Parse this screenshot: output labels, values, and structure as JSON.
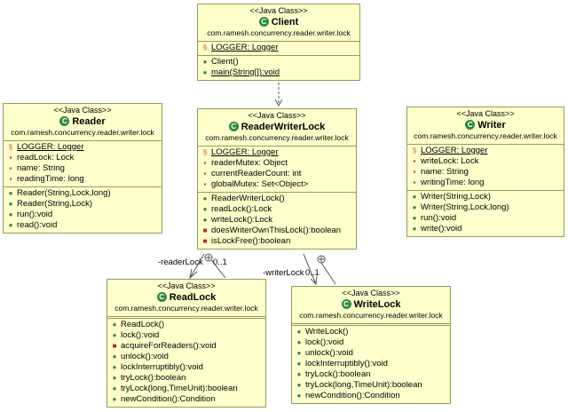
{
  "classes": {
    "client": {
      "stereotype": "<<Java Class>>",
      "name": "Client",
      "package": "com.ramesh.concurrency.reader.writer.lock",
      "fields": [
        {
          "icon": "static-field",
          "text": "LOGGER: Logger"
        }
      ],
      "methods": [
        {
          "icon": "constructor",
          "text": "Client()"
        },
        {
          "icon": "static-method",
          "text": "main(String[]):void"
        }
      ]
    },
    "reader": {
      "stereotype": "<<Java Class>>",
      "name": "Reader",
      "package": "com.ramesh.concurrency.reader.writer.lock",
      "fields": [
        {
          "icon": "static-field",
          "text": "LOGGER: Logger"
        },
        {
          "icon": "private-field",
          "text": "readLock: Lock"
        },
        {
          "icon": "private-field",
          "text": "name: String"
        },
        {
          "icon": "private-field",
          "text": "readingTime: long"
        }
      ],
      "methods": [
        {
          "icon": "constructor",
          "text": "Reader(String,Lock,long)"
        },
        {
          "icon": "constructor",
          "text": "Reader(String,Lock)"
        },
        {
          "icon": "public-method",
          "text": "run():void"
        },
        {
          "icon": "public-method",
          "text": "read():void"
        }
      ]
    },
    "rwlock": {
      "stereotype": "<<Java Class>>",
      "name": "ReaderWriterLock",
      "package": "com.ramesh.concurrency.reader.writer.lock",
      "fields": [
        {
          "icon": "static-field",
          "text": "LOGGER: Logger"
        },
        {
          "icon": "private-field",
          "text": "readerMutex: Object"
        },
        {
          "icon": "private-field",
          "text": "currentReaderCount: int"
        },
        {
          "icon": "private-field",
          "text": "globalMutex: Set<Object>"
        }
      ],
      "methods": [
        {
          "icon": "constructor",
          "text": "ReaderWriterLock()"
        },
        {
          "icon": "public-method",
          "text": "readLock():Lock"
        },
        {
          "icon": "public-method",
          "text": "writeLock():Lock"
        },
        {
          "icon": "private-method",
          "text": "doesWriterOwnThisLock():boolean"
        },
        {
          "icon": "private-method",
          "text": "isLockFree():boolean"
        }
      ]
    },
    "writer": {
      "stereotype": "<<Java Class>>",
      "name": "Writer",
      "package": "com.ramesh.concurrency.reader.writer.lock",
      "fields": [
        {
          "icon": "static-field",
          "text": "LOGGER: Logger"
        },
        {
          "icon": "private-field",
          "text": "writeLock: Lock"
        },
        {
          "icon": "private-field",
          "text": "name: String"
        },
        {
          "icon": "private-field",
          "text": "writingTime: long"
        }
      ],
      "methods": [
        {
          "icon": "constructor",
          "text": "Writer(String,Lock)"
        },
        {
          "icon": "constructor",
          "text": "Writer(String,Lock,long)"
        },
        {
          "icon": "public-method",
          "text": "run():void"
        },
        {
          "icon": "public-method",
          "text": "write():void"
        }
      ]
    },
    "readlock": {
      "stereotype": "<<Java Class>>",
      "name": "ReadLock",
      "package": "com.ramesh.concurrency.reader.writer.lock",
      "fields": [],
      "methods": [
        {
          "icon": "constructor",
          "text": "ReadLock()"
        },
        {
          "icon": "public-method",
          "text": "lock():void"
        },
        {
          "icon": "private-method",
          "text": "acquireForReaders():void"
        },
        {
          "icon": "public-method",
          "text": "unlock():void"
        },
        {
          "icon": "public-method",
          "text": "lockInterruptibly():void"
        },
        {
          "icon": "public-method",
          "text": "tryLock():boolean"
        },
        {
          "icon": "public-method",
          "text": "tryLock(long,TimeUnit):boolean"
        },
        {
          "icon": "public-method",
          "text": "newCondition():Condition"
        }
      ]
    },
    "writelock": {
      "stereotype": "<<Java Class>>",
      "name": "WriteLock",
      "package": "com.ramesh.concurrency.reader.writer.lock",
      "fields": [],
      "methods": [
        {
          "icon": "constructor",
          "text": "WriteLock()"
        },
        {
          "icon": "public-method",
          "text": "lock():void"
        },
        {
          "icon": "public-method",
          "text": "unlock():void"
        },
        {
          "icon": "public-method",
          "text": "lockInterruptibly():void"
        },
        {
          "icon": "public-method",
          "text": "tryLock():boolean"
        },
        {
          "icon": "public-method",
          "text": "tryLock(long,TimeUnit):boolean"
        },
        {
          "icon": "public-method",
          "text": "newCondition():Condition"
        }
      ]
    }
  },
  "associations": {
    "readerLock_role": "-readerLock",
    "readerLock_mult": "0..1",
    "writerLock_role": "-writerLock",
    "writerLock_mult": "0..1"
  }
}
